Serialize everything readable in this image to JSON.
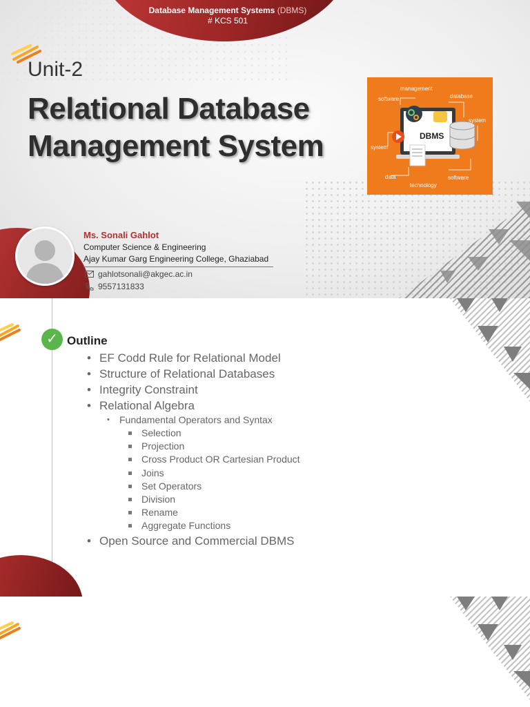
{
  "slide1": {
    "header": {
      "course": "Database Management Systems",
      "abbr": "(DBMS)",
      "code": "# KCS 501"
    },
    "unit": "Unit-2",
    "title_line1": "Relational Database",
    "title_line2": "Management System",
    "image_words": {
      "management": "management",
      "software_top": "software",
      "database": "database",
      "system_right": "system",
      "dbms": "DBMS",
      "system_left": "system",
      "data": "data",
      "software_bottom": "software",
      "technology": "technology"
    },
    "author": {
      "name": "Ms. Sonali Gahlot",
      "department": "Computer Science & Engineering",
      "college": "Ajay Kumar Garg Engineering College, Ghaziabad",
      "email": "gahlotsonali@akgec.ac.in",
      "phone": "9557131833"
    },
    "icons": [
      "flame-icon",
      "avatar-icon",
      "mail-icon",
      "phone-icon"
    ],
    "colors": {
      "accent_red": "#a52a2a",
      "image_orange": "#f07b1d",
      "check_green": "#5ab54a"
    }
  },
  "slide2": {
    "heading": "Outline",
    "items": [
      "EF Codd Rule for Relational Model",
      "Structure of Relational Databases",
      "Integrity Constraint",
      "Relational Algebra"
    ],
    "sub_heading": "Fundamental Operators and Syntax",
    "operators": [
      "Selection",
      "Projection",
      "Cross Product OR Cartesian Product",
      "Joins",
      "Set Operators",
      "Division",
      "Rename",
      "Aggregate Functions"
    ],
    "last_item": "Open Source and Commercial DBMS"
  }
}
